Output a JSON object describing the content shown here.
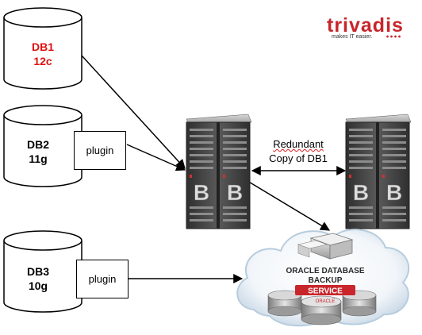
{
  "logo": {
    "text": "trivadis",
    "tagline": "makes IT easier.",
    "color": "#c8262b"
  },
  "databases": [
    {
      "name": "DB1",
      "version": "12c",
      "color": "#e01010",
      "plugin": null
    },
    {
      "name": "DB2",
      "version": "11g",
      "color": "#000000",
      "plugin": "plugin"
    },
    {
      "name": "DB3",
      "version": "10g",
      "color": "#000000",
      "plugin": "plugin"
    }
  ],
  "servers": [
    {
      "id": "primary",
      "letters": [
        "B",
        "B"
      ]
    },
    {
      "id": "secondary",
      "letters": [
        "B",
        "B"
      ]
    }
  ],
  "replication_note": {
    "line1": "Redundant",
    "line2": "Copy of DB1"
  },
  "cloud_service": {
    "line1": "ORACLE DATABASE",
    "line2": "BACKUP",
    "badge": "SERVICE",
    "brand": "ORACLE"
  },
  "colors": {
    "server_dark": "#3e3e3e",
    "server_light": "#9a9a9a",
    "service_badge": "#c8262b",
    "cloud_edge": "#b7ccdd"
  }
}
